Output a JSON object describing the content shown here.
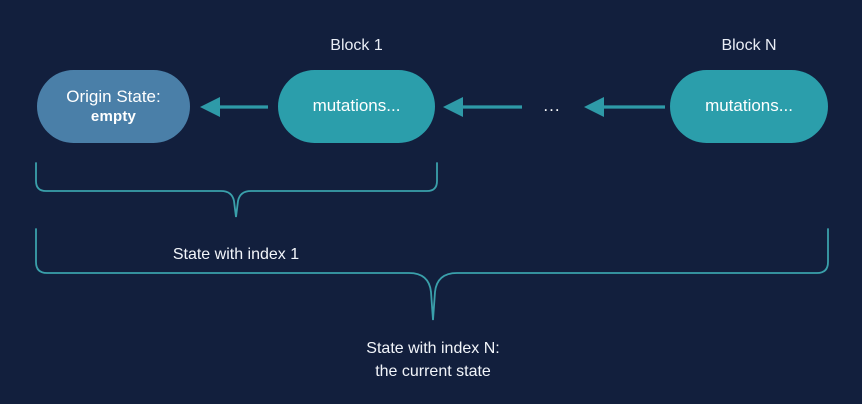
{
  "diagram": {
    "background_color": "#121f3d",
    "accent_teal": "#2b9eab",
    "accent_blue": "#4a7fa8",
    "brace_color": "#3aa0ab",
    "text_color": "#ffffff"
  },
  "nodes": {
    "origin": {
      "title": "Origin State:",
      "value": "empty"
    },
    "block1": {
      "caption": "Block 1",
      "body": "mutations..."
    },
    "blockn": {
      "caption": "Block N",
      "body": "mutations..."
    },
    "ellipsis": "..."
  },
  "arrows": [
    {
      "name": "arrow-block1-to-origin",
      "direction": "left"
    },
    {
      "name": "arrow-ellipsis-to-block1",
      "direction": "left"
    },
    {
      "name": "arrow-blockn-to-ellipsis",
      "direction": "left"
    }
  ],
  "braces": {
    "inner": {
      "label": "State with index 1"
    },
    "outer": {
      "label_line1": "State with index N:",
      "label_line2": "the current state"
    }
  }
}
